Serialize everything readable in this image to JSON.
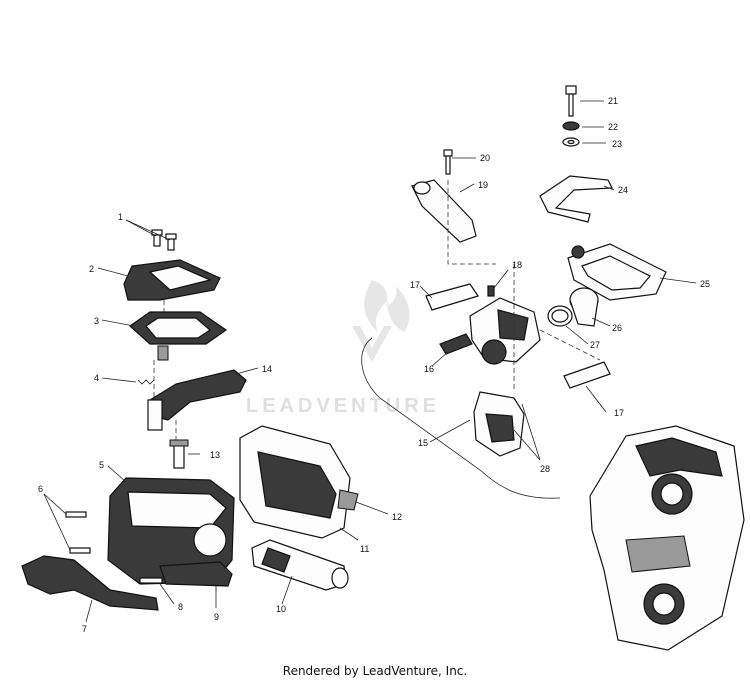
{
  "watermark": {
    "text": "LEADVENTURE"
  },
  "footer": {
    "text": "Rendered by LeadVenture, Inc."
  },
  "callouts": [
    "1",
    "2",
    "3",
    "4",
    "5",
    "6",
    "7",
    "8",
    "9",
    "10",
    "11",
    "12",
    "13",
    "14",
    "15",
    "16",
    "17",
    "17",
    "18",
    "19",
    "20",
    "21",
    "22",
    "23",
    "24",
    "25",
    "26",
    "27",
    "28"
  ]
}
